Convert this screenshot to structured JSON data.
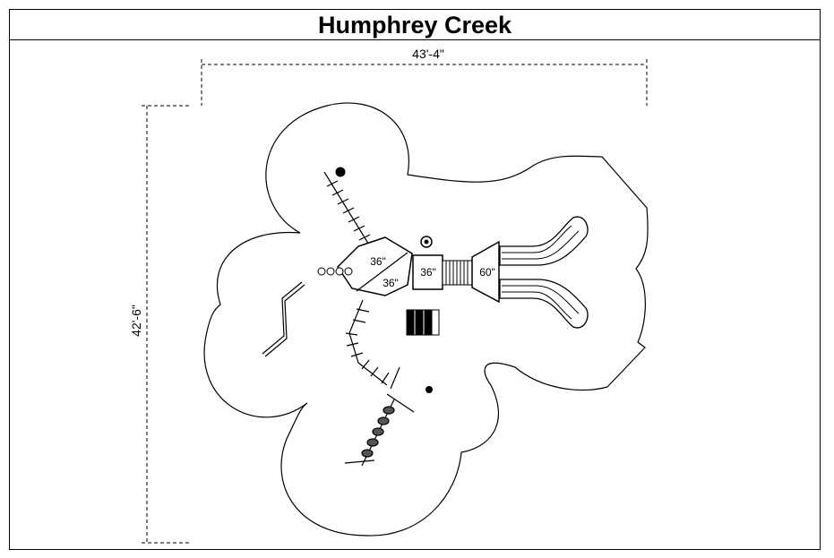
{
  "title": "Humphrey Creek",
  "dimensions": {
    "width": "43'-4\"",
    "height": "42'-6\""
  },
  "deck_labels": {
    "hex_upper": "36\"",
    "hex_lower": "36\"",
    "square_deck": "36\"",
    "triangle_deck": "60\""
  }
}
